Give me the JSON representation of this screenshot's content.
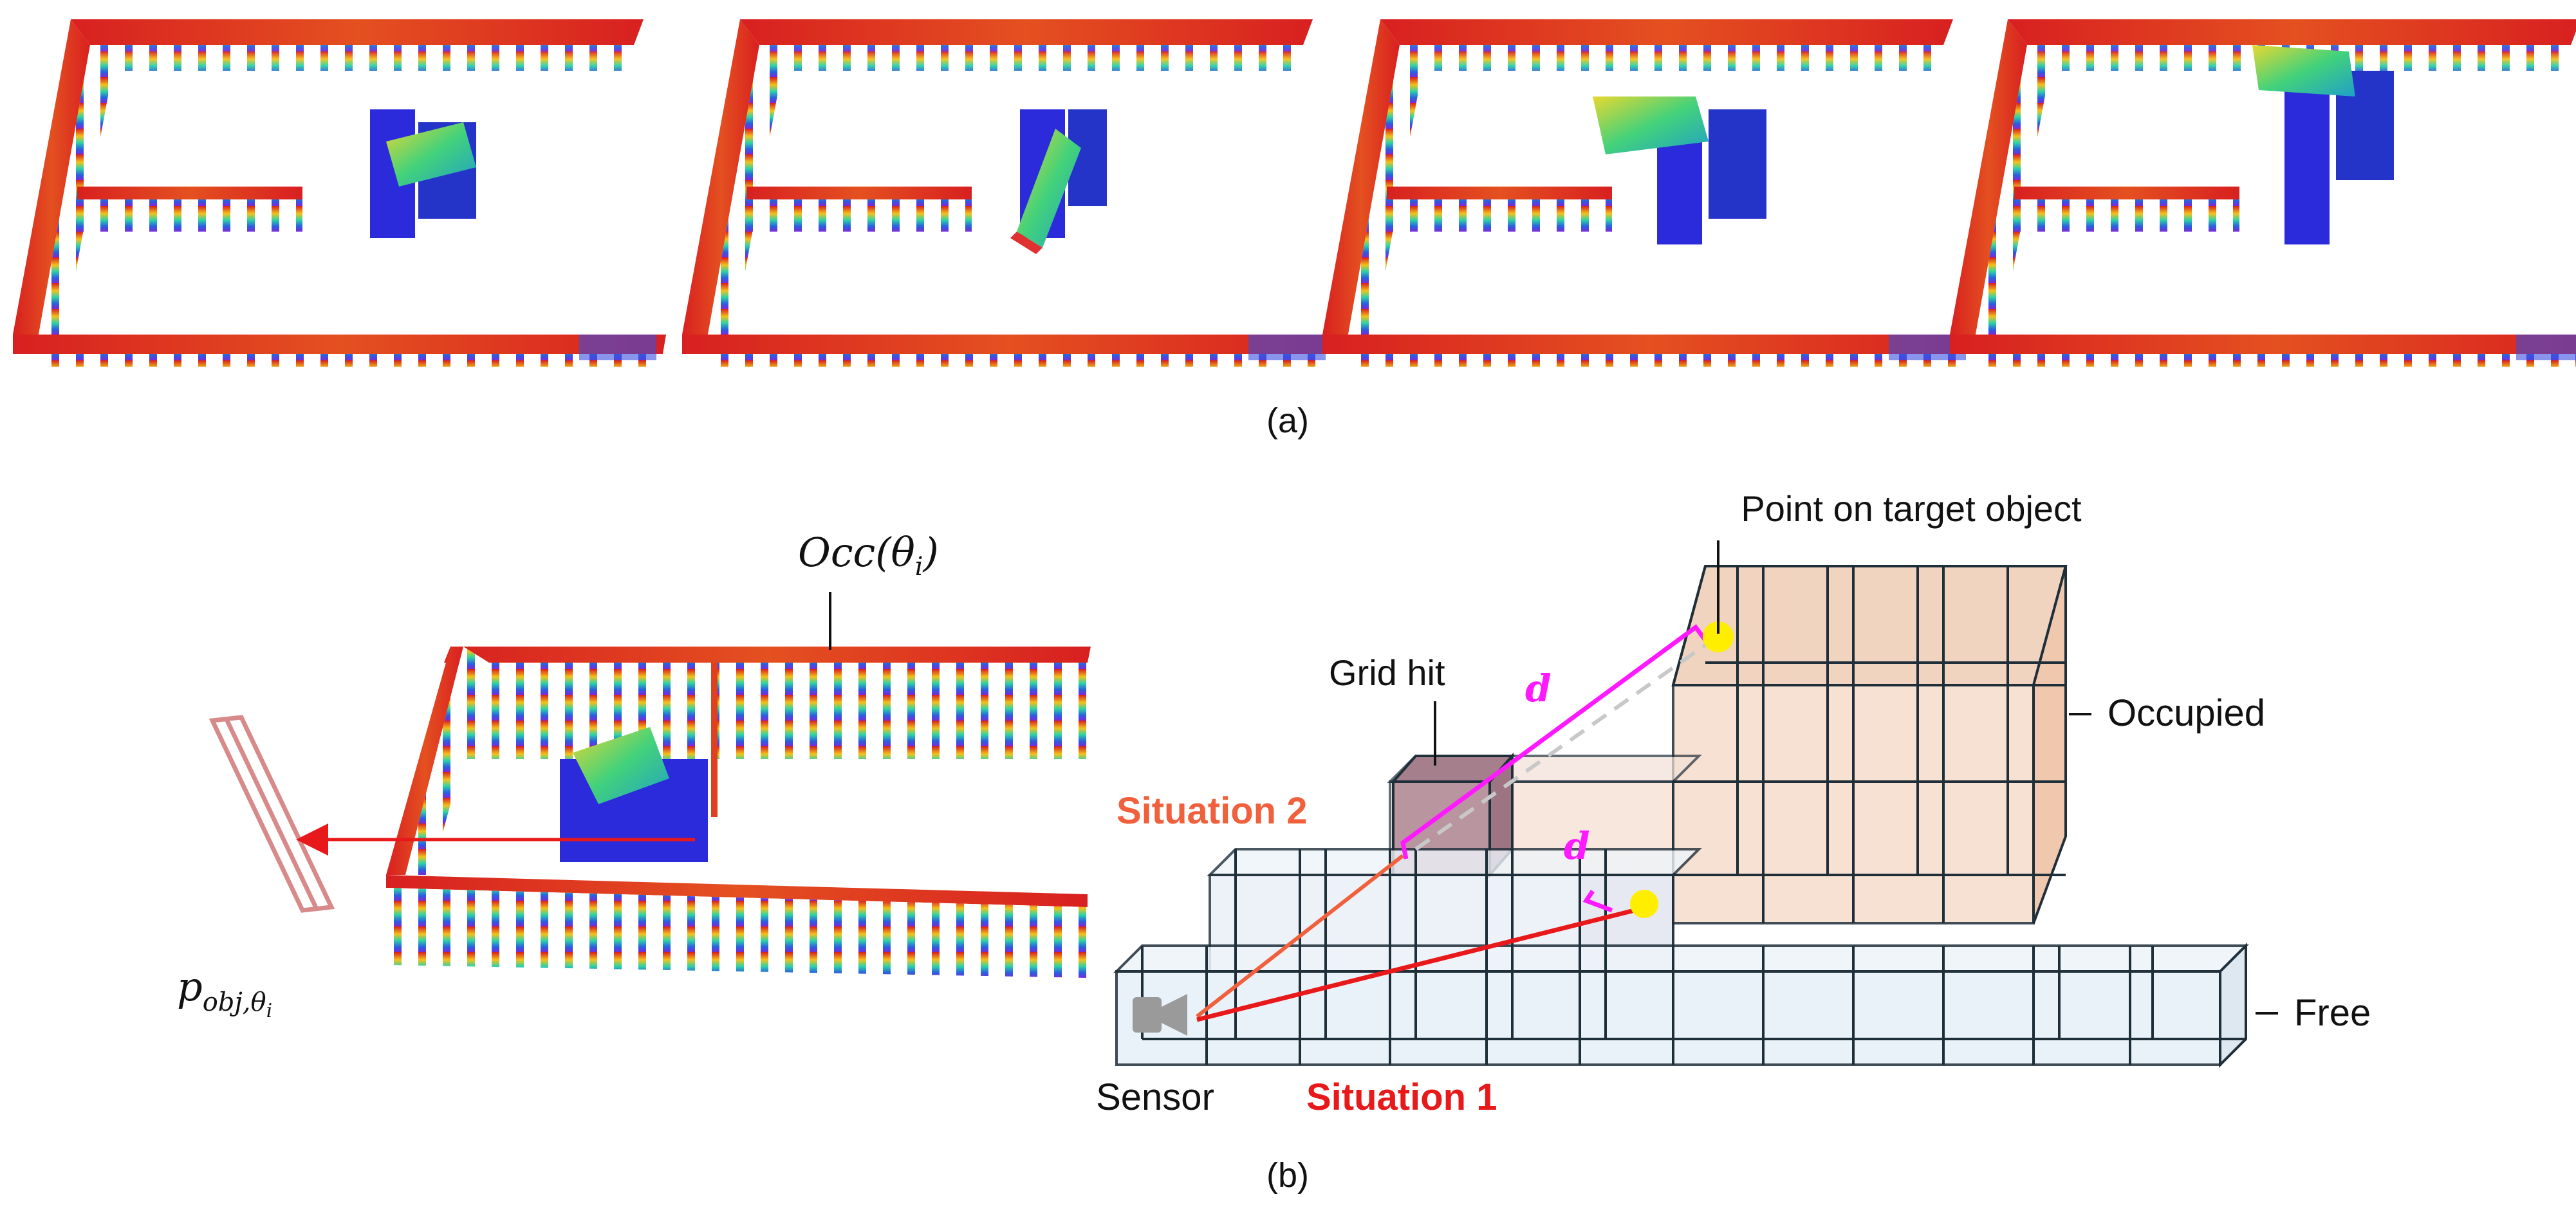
{
  "panel_a": {
    "caption": "(a)"
  },
  "panel_b": {
    "caption": "(b)",
    "occ_label": "Occ(θ",
    "occ_sub": "i",
    "occ_close": ")",
    "pobj_label": "p",
    "pobj_sub": "obj,θ",
    "pobj_subsub": "i",
    "point_label": "Point on target object",
    "grid_hit_label": "Grid hit",
    "occupied_label": "Occupied",
    "free_label": "Free",
    "sensor_label": "Sensor",
    "situation1_label": "Situation 1",
    "situation2_label": "Situation 2",
    "d_label": "d",
    "colors": {
      "situation1": "#e8191a",
      "situation2": "#f0603c",
      "distance": "#ff19ff",
      "occupied_fill": "#f6d9c6",
      "free_fill": "#e6f0f8",
      "grid_hit_fill": "#b9959f",
      "target_point": "#ffee00"
    }
  }
}
